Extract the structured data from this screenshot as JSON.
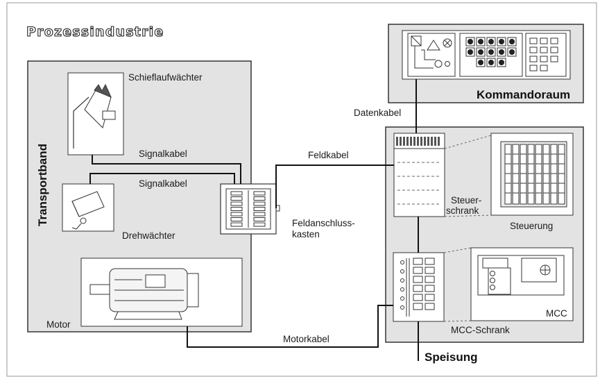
{
  "title": "Prozessindustrie",
  "areas": {
    "transport": "Transportband",
    "control_room": "Kommandoraum",
    "supply": "Speisung"
  },
  "devices": {
    "skew_monitor": "Schieflaufwächter",
    "speed_monitor": "Drehwächter",
    "motor": "Motor",
    "field_box_line1": "Feldanschluss-",
    "field_box_line2": "kasten",
    "control_cabinet_line1": "Steuer-",
    "control_cabinet_line2": "schrank",
    "control": "Steuerung",
    "mcc_cabinet": "MCC-Schrank",
    "mcc": "MCC"
  },
  "cables": {
    "signal_1": "Signalkabel",
    "signal_2": "Signalkabel",
    "field": "Feldkabel",
    "data": "Datenkabel",
    "motor": "Motorkabel"
  }
}
